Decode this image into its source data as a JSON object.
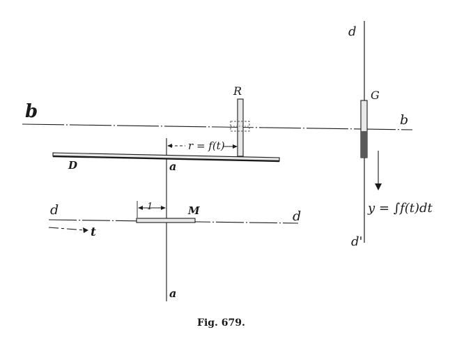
{
  "diagram": {
    "labels": {
      "R": "R",
      "G": "G",
      "b_left": "b",
      "b_right": "b",
      "d_top": "d",
      "d_bottom": "d'",
      "D": "D",
      "a_upper": "a",
      "a_lower": "a",
      "d_left": "d",
      "d_right": "d",
      "M": "M",
      "t": "t",
      "r_eq": "r = f(t)",
      "one": "1",
      "integral": "y = ∫f(t)dt"
    },
    "caption": "Fig. 679."
  }
}
